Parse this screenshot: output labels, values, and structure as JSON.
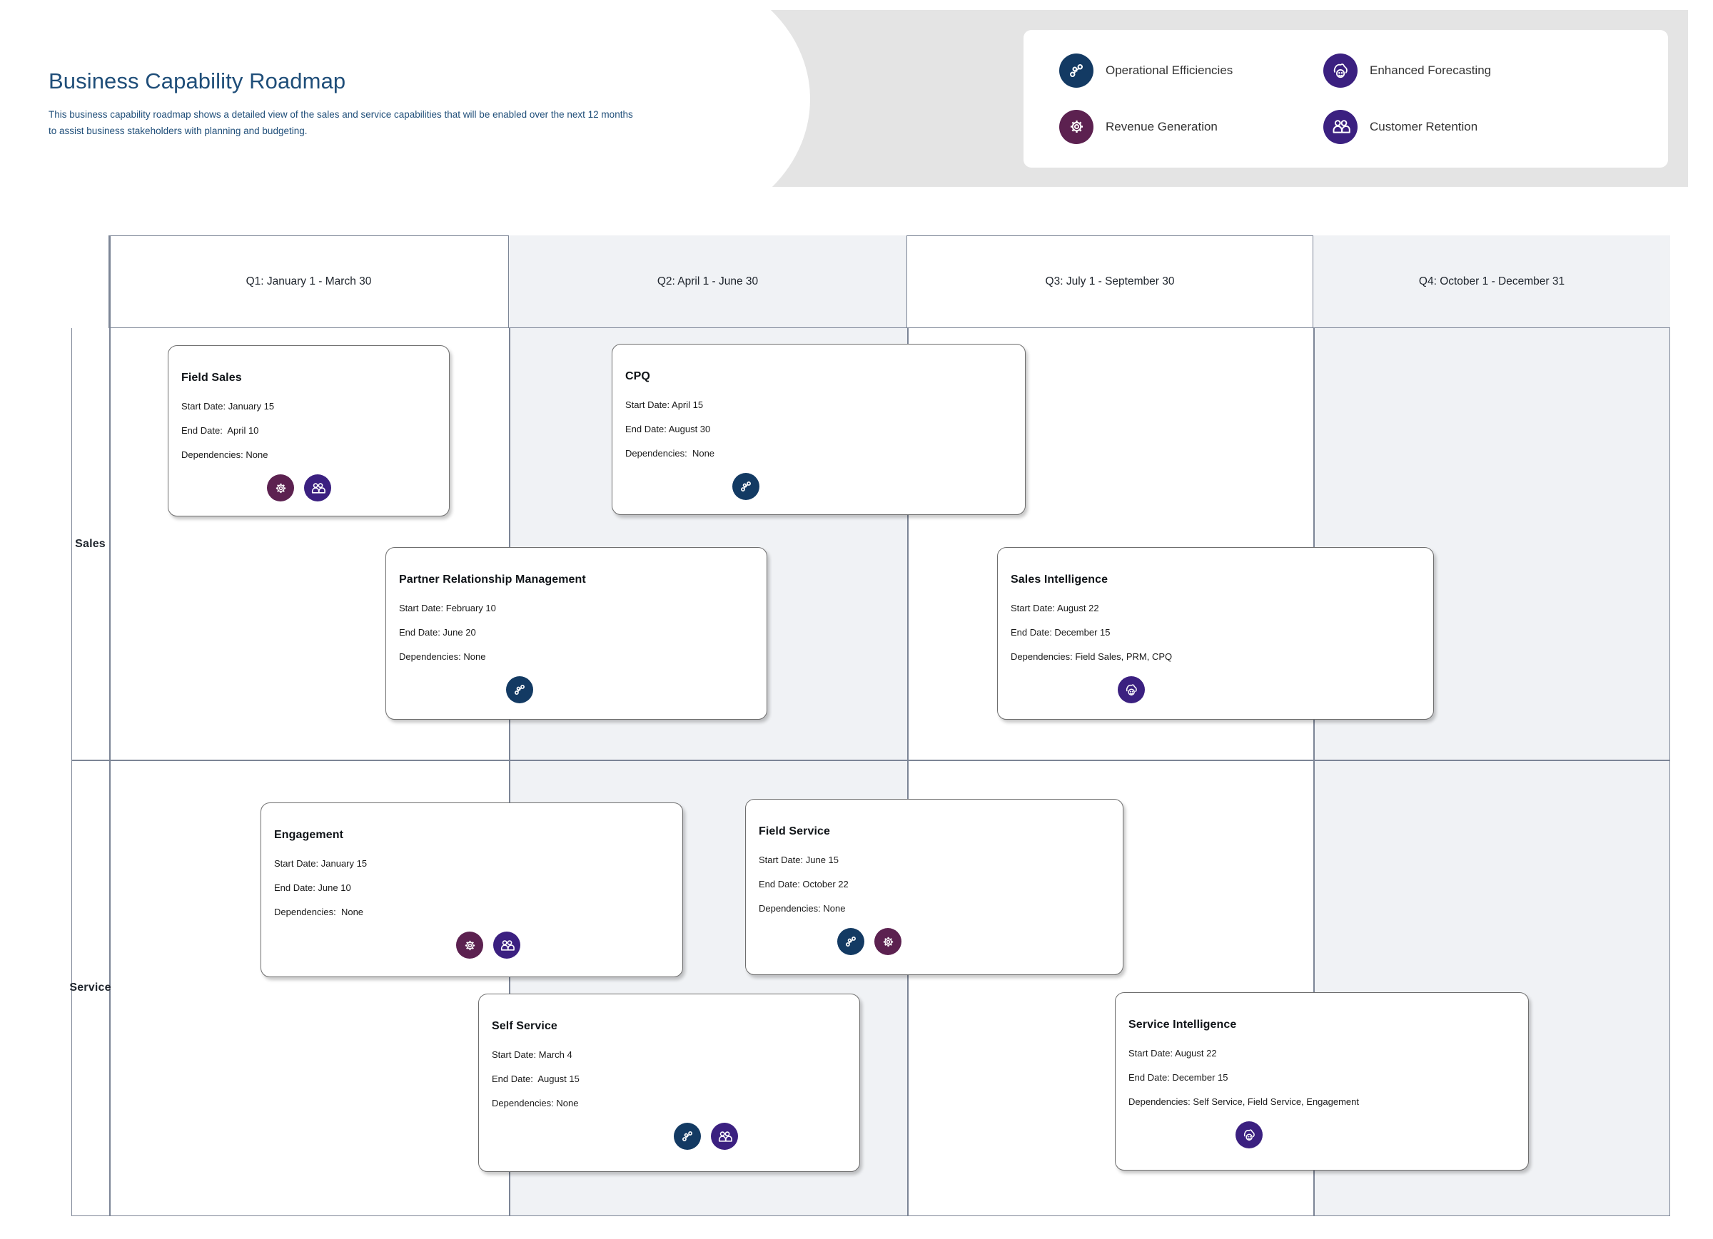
{
  "header": {
    "title": "Business Capability Roadmap",
    "subtitle": "This business capability roadmap shows a detailed view of the sales and service capabilities that will be enabled over the next 12 months to assist business stakeholders with planning and budgeting."
  },
  "colors": {
    "title_navy": "#1F4E79",
    "banner_gray": "#E4E4E4",
    "lane_shade": "#F0F2F5",
    "grid_line": "#7C8596",
    "operational_efficiencies": "#133A63",
    "revenue_generation": "#5C2150",
    "enhanced_forecasting": "#3B2080",
    "customer_retention": "#3B2080"
  },
  "legend": {
    "items": [
      {
        "label": "Operational Efficiencies",
        "icon": "chain-link-icon",
        "color": "#133A63"
      },
      {
        "label": "Enhanced Forecasting",
        "icon": "crystal-ball-icon",
        "color": "#3B2080"
      },
      {
        "label": "Revenue Generation",
        "icon": "gear-icon",
        "color": "#5C2150"
      },
      {
        "label": "Customer Retention",
        "icon": "people-group-icon",
        "color": "#3B2080"
      }
    ]
  },
  "grid": {
    "quarters": [
      "Q1: January 1  - March 30",
      "Q2: April 1 - June 30",
      "Q3: July 1 - September 30",
      "Q4: October 1 - December 31"
    ],
    "rows": [
      "Sales",
      "Service"
    ]
  },
  "cards": [
    {
      "title": "Field Sales",
      "start": "Start Date: January 15",
      "end": "End Date:  April 10",
      "deps": "Dependencies: None",
      "icons": [
        "gear-icon",
        "people-group-icon"
      ],
      "row": "Sales"
    },
    {
      "title": "CPQ",
      "start": "Start Date: April 15",
      "end": "End Date: August 30",
      "deps": "Dependencies:  None",
      "icons": [
        "chain-link-icon"
      ],
      "row": "Sales"
    },
    {
      "title": "Partner Relationship Management",
      "start": "Start Date: February 10",
      "end": "End Date: June 20",
      "deps": "Dependencies: None",
      "icons": [
        "chain-link-icon"
      ],
      "row": "Sales"
    },
    {
      "title": "Sales Intelligence",
      "start": "Start Date: August 22",
      "end": "End Date: December 15",
      "deps": "Dependencies: Field Sales, PRM, CPQ",
      "icons": [
        "crystal-ball-icon"
      ],
      "row": "Sales"
    },
    {
      "title": "Engagement",
      "start": "Start Date: January 15",
      "end": "End Date: June 10",
      "deps": "Dependencies:  None",
      "icons": [
        "gear-icon",
        "people-group-icon"
      ],
      "row": "Service"
    },
    {
      "title": "Field Service",
      "start": "Start Date: June 15",
      "end": "End Date: October 22",
      "deps": "Dependencies: None",
      "icons": [
        "chain-link-icon",
        "gear-icon"
      ],
      "row": "Service"
    },
    {
      "title": "Self Service",
      "start": "Start Date: March 4",
      "end": "End Date:  August 15",
      "deps": "Dependencies: None",
      "icons": [
        "chain-link-icon",
        "people-group-icon"
      ],
      "row": "Service"
    },
    {
      "title": "Service Intelligence",
      "start": "Start Date: August 22",
      "end": "End Date: December 15",
      "deps": "Dependencies: Self Service, Field Service, Engagement",
      "icons": [
        "crystal-ball-icon"
      ],
      "row": "Service"
    }
  ]
}
